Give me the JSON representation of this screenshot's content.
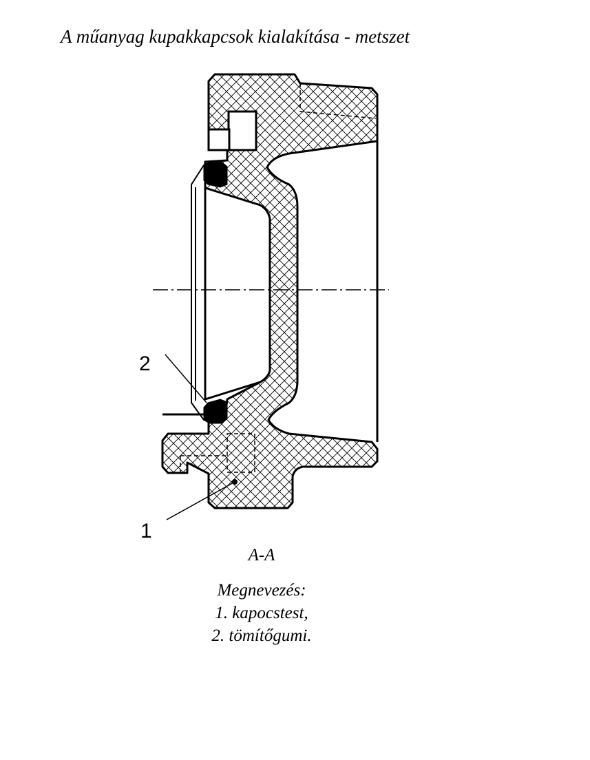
{
  "title": "A műanyag kupakkapcsok kialakítása - metszet",
  "drawing": {
    "callouts": [
      {
        "id": "2",
        "label": "2"
      },
      {
        "id": "1",
        "label": "1"
      }
    ],
    "section_label": "A-A"
  },
  "legend": {
    "heading": "Megnevezés:",
    "items": [
      "1. kapocstest,",
      "2. tömítőgumi."
    ]
  }
}
